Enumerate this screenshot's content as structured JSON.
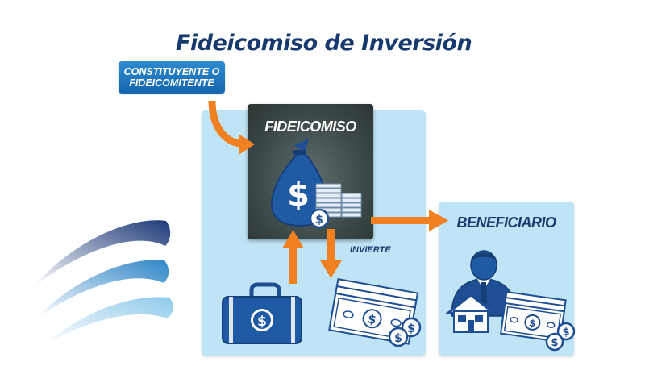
{
  "title": "Fideicomiso de Inversión",
  "settlor_label": "CONSTITUYENTE O\nFIDEICOMITENTE",
  "trust_label": "FIDEICOMISO",
  "beneficiary_label": "BENEFICIARIO",
  "invests_label": "INVIERTE",
  "icons": [
    "swoosh-logo",
    "money-bag-icon",
    "coin-stack-icon",
    "briefcase-icon",
    "cash-bills-icon",
    "beneficiary-person-icon",
    "house-icon"
  ],
  "colors": {
    "brand_navy": "#173a6e",
    "label_blue": "#1466ae",
    "arrow_orange": "#f08020",
    "panel_light_blue": "#bfe4f5",
    "trust_box_dark": "#3c4948"
  }
}
